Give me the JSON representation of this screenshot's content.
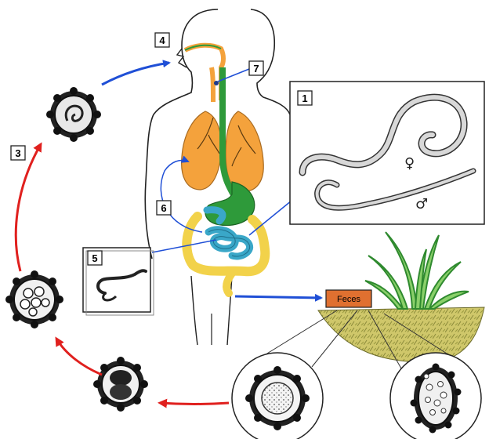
{
  "labels": {
    "step1": "1",
    "step3": "3",
    "step4": "4",
    "step5": "5",
    "step6": "6",
    "step7": "7"
  },
  "feces": "Feces",
  "symbols": {
    "female": "♀",
    "male": "♂"
  },
  "colors": {
    "lungs": "#f4a23c",
    "intestine": "#f2d24a",
    "stomach": "#2e9a3a",
    "small_intestine": "#3aa7c8",
    "forward_arrow": "#1f4fd6",
    "cycle_arrow": "#e0201e",
    "feces_box": "#e07030",
    "soil": "#c9c25a"
  }
}
